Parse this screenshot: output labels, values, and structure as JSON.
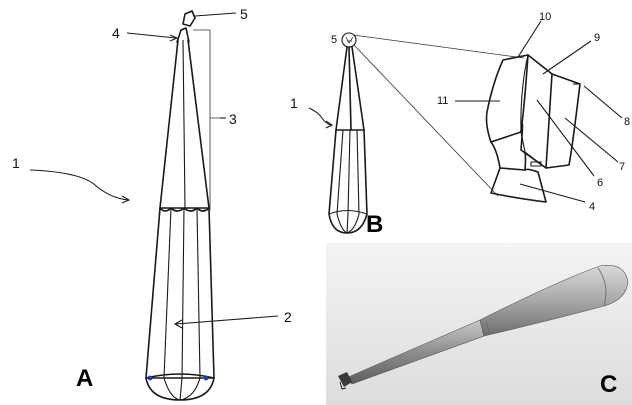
{
  "panels": {
    "a": "A",
    "b": "B",
    "c": "C"
  },
  "panel_a_labels": {
    "n1": "1",
    "n2": "2",
    "n3": "3",
    "n4": "4",
    "n5": "5"
  },
  "panel_b_labels": {
    "n1": "1",
    "n4": "4",
    "n5": "5",
    "n6": "6",
    "n7": "7",
    "n8": "8",
    "n9": "9",
    "n10": "10",
    "n11": "11"
  },
  "colors": {
    "ink": "#1a1a1a",
    "tip_blue": "#1f3f9a",
    "render_bg": "#e9e9e9",
    "render_body": "#9a9a9a"
  }
}
